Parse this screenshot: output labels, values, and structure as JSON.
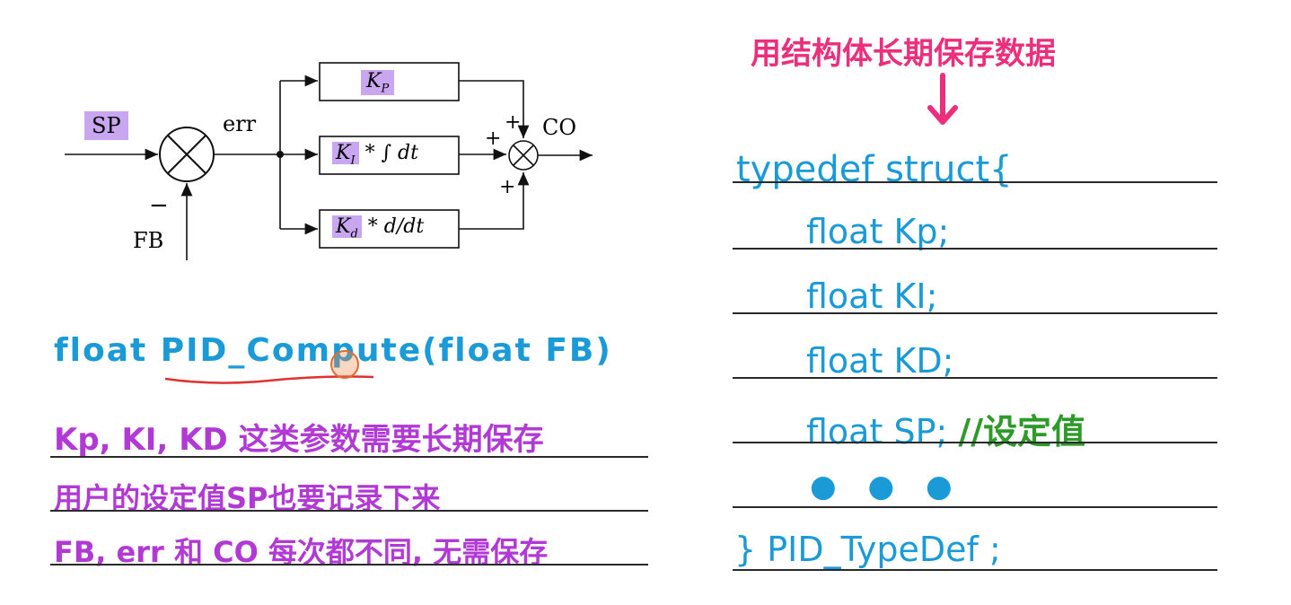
{
  "diagram": {
    "sp_label": "SP",
    "err_label": "err",
    "fb_label": "FB",
    "fb_sign": "−",
    "co_label": "CO",
    "kp_block": "K",
    "kp_sub": "P",
    "ki_block": "K",
    "ki_sub": "I",
    "ki_rest": " * ∫ dt",
    "kd_block": "K",
    "kd_sub": "d",
    "kd_rest": " * d/dt",
    "plus": "+"
  },
  "notes": {
    "func_sig": "float PID_Compute(float FB)",
    "line1": "Kp, KI, KD 这类参数需要长期保存",
    "line2": "用户的设定值SP也要记录下来",
    "line3": "FB, err 和 CO 每次都不同, 无需保存"
  },
  "struct_annotation": "用结构体长期保存数据",
  "code": {
    "line0": "typedef struct{",
    "line1": "float Kp;",
    "line2": "float KI;",
    "line3": "float KD;",
    "line4": "float SP;",
    "line4_comment": "//设定值",
    "line5": "● ● ●",
    "line6": "} PID_TypeDef ;"
  },
  "colors": {
    "code_blue": "#1a9ad6",
    "note_purple": "#b23ad4",
    "annotation_pink": "#ec2f7c",
    "comment_green": "#2e9a2a",
    "highlight": "#c9a6f0"
  }
}
